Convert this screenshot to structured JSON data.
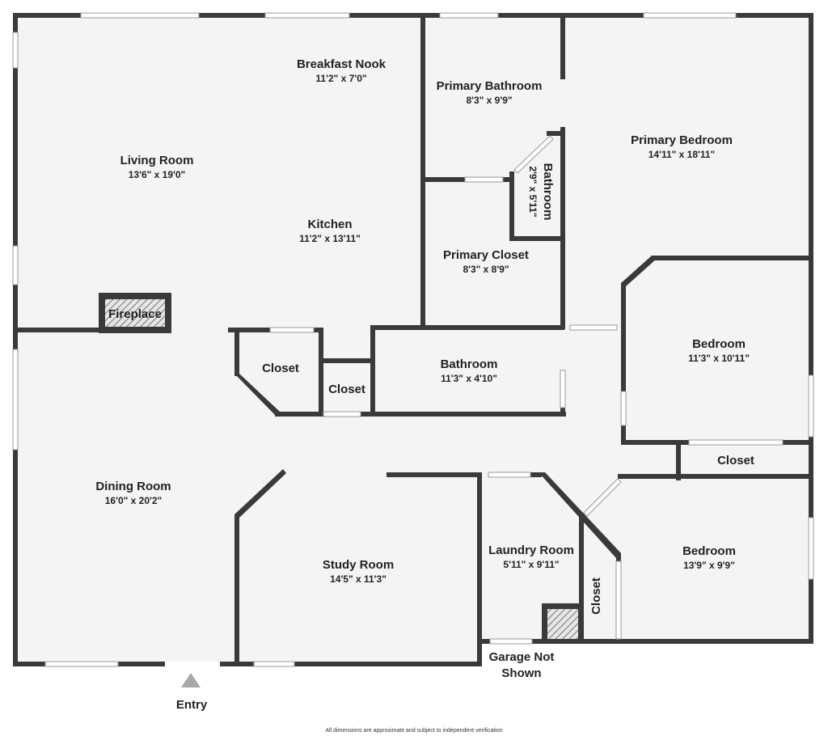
{
  "rooms": {
    "breakfast_nook": {
      "name": "Breakfast Nook",
      "dims": "11'2\" x 7'0\""
    },
    "living_room": {
      "name": "Living Room",
      "dims": "13'6\" x 19'0\""
    },
    "kitchen": {
      "name": "Kitchen",
      "dims": "11'2\" x 13'11\""
    },
    "fireplace": {
      "name": "Fireplace"
    },
    "primary_bathroom": {
      "name": "Primary Bathroom",
      "dims": "8'3\" x 9'9\""
    },
    "primary_bedroom": {
      "name": "Primary Bedroom",
      "dims": "14'11\" x 18'11\""
    },
    "small_bathroom": {
      "name": "Bathroom",
      "dims": "2'9\" x 5'11\""
    },
    "primary_closet": {
      "name": "Primary Closet",
      "dims": "8'3\" x 8'9\""
    },
    "hall_closet_1": {
      "name": "Closet"
    },
    "hall_closet_2": {
      "name": "Closet"
    },
    "hall_bathroom": {
      "name": "Bathroom",
      "dims": "11'3\" x 4'10\""
    },
    "bedroom_1": {
      "name": "Bedroom",
      "dims": "11'3\" x 10'11\""
    },
    "bedroom_1_closet": {
      "name": "Closet"
    },
    "dining_room": {
      "name": "Dining Room",
      "dims": "16'0\" x 20'2\""
    },
    "study_room": {
      "name": "Study Room",
      "dims": "14'5\" x 11'3\""
    },
    "laundry_room": {
      "name": "Laundry Room",
      "dims": "5'11\" x 9'11\""
    },
    "bedroom_2_closet": {
      "name": "Closet"
    },
    "bedroom_2": {
      "name": "Bedroom",
      "dims": "13'9\" x 9'9\""
    }
  },
  "garage_note": {
    "line1": "Garage Not",
    "line2": "Shown"
  },
  "entry_label": "Entry",
  "disclaimer": "All dimensions are approximate and subject to independent verification",
  "colors": {
    "wall": "#3a3a3a",
    "floor": "#f4f4f4",
    "window": "#ffffff"
  }
}
